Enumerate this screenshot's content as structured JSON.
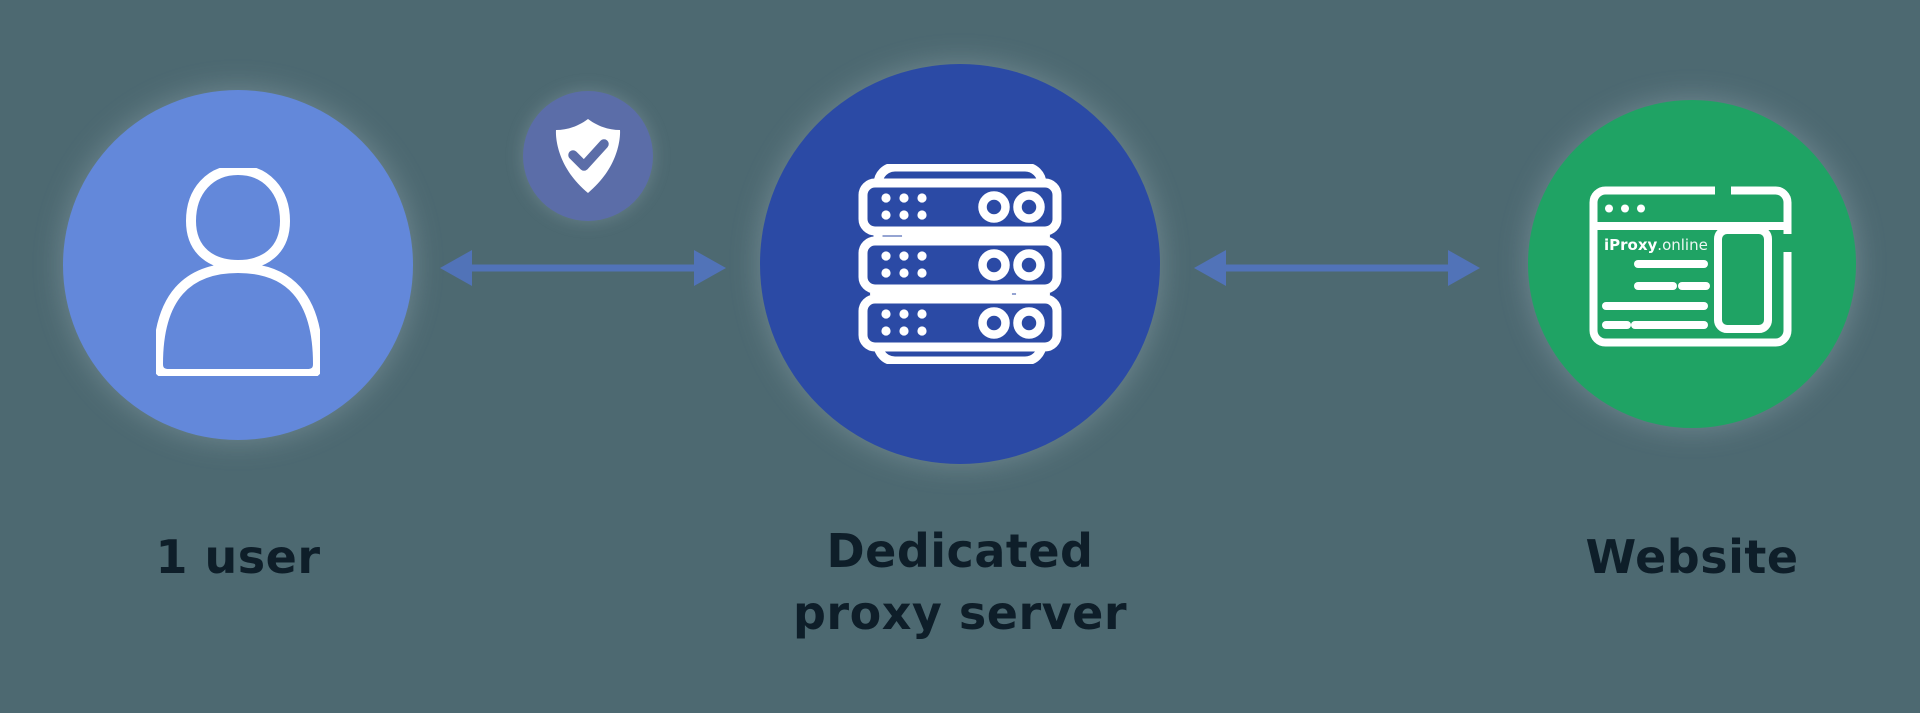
{
  "diagram": {
    "title_hint": "proxy connection scheme",
    "background_color": "#4d6971",
    "arrow_color": "#5173b8",
    "label_color": "#0e1e29",
    "icon_stroke_color": "#ffffff",
    "nodes": [
      {
        "id": "user",
        "label": "1 user",
        "circle_color": "#6388da",
        "icon": "user-icon"
      },
      {
        "id": "proxy-server",
        "label_line1": "Dedicated",
        "label_line2": "proxy server",
        "circle_color": "#2b4aa5",
        "icon": "server-rack-icon"
      },
      {
        "id": "website",
        "label": "Website",
        "circle_color": "#1fa364",
        "icon": "browser-window-icon",
        "browser_text_bold": "iProxy",
        "browser_text_light": ".online"
      }
    ],
    "security_badge": {
      "icon": "shield-check-icon",
      "color": "#5b6da8"
    },
    "arrows": [
      {
        "id": "user-proxy",
        "type": "double-headed"
      },
      {
        "id": "proxy-website",
        "type": "double-headed"
      }
    ]
  }
}
